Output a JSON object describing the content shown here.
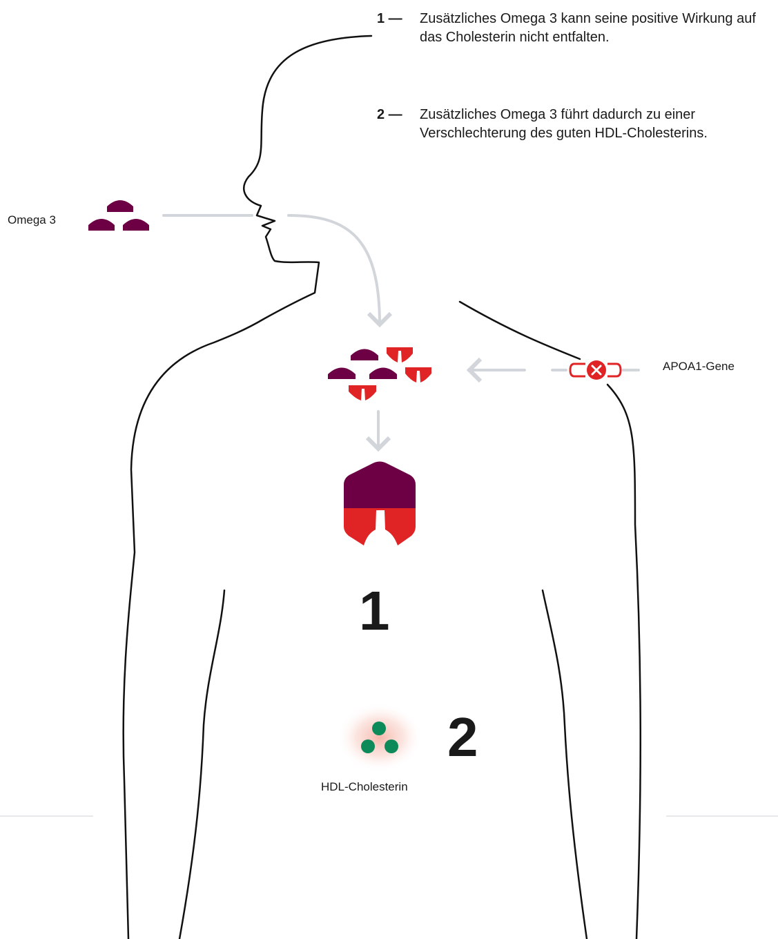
{
  "notes": [
    {
      "number": "1 —",
      "text": "Zusätzliches Omega 3 kann seine positive Wirkung auf das Cholesterin nicht entfalten."
    },
    {
      "number": "2 —",
      "text": "Zusätzliches Omega 3 führt dadurch zu einer Verschlechterung des guten HDL-Cholesterins."
    }
  ],
  "labels": {
    "omega3": "Omega 3",
    "gene": "APOA1-Gene",
    "hdl": "HDL-Cholesterin"
  },
  "markers": {
    "one": "1",
    "two": "2"
  },
  "colors": {
    "omega3": "#6d0044",
    "receptor": "#e02426",
    "hdl": "#0c8a5a",
    "arrow": "#d2d6db",
    "body_outline": "#111111",
    "glow": "#f6b4a8"
  },
  "icons": [
    "omega3-icon",
    "receptor-icon",
    "apoa1-gene-icon",
    "blocked-icon",
    "combined-molecule-icon",
    "hdl-cholesterol-icon"
  ]
}
